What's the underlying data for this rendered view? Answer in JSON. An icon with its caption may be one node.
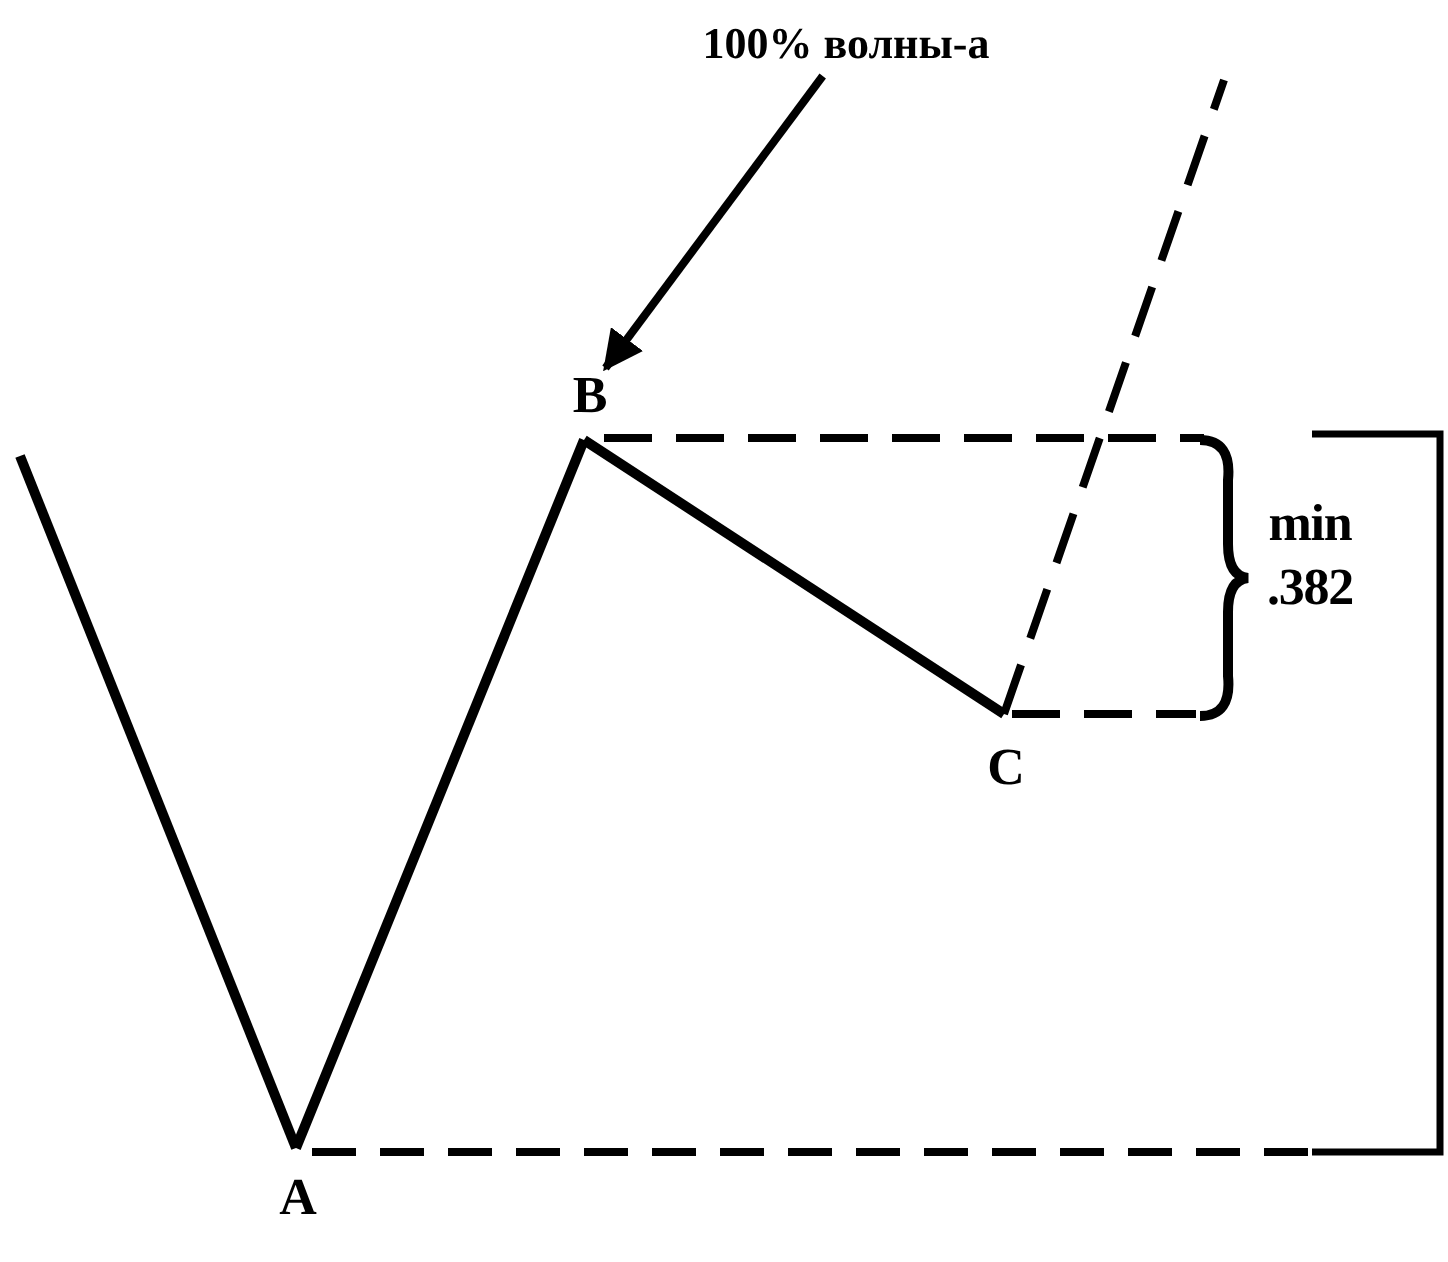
{
  "diagram": {
    "nodes": [
      {
        "text": [
          "100% волны-а"
        ]
      },
      {
        "text": [
          "B"
        ]
      },
      {
        "text": [
          "C"
        ]
      },
      {
        "text": [
          "A"
        ]
      }
    ],
    "edges": [
      {
        "from": 0,
        "to": 1,
        "arrow": "to"
      },
      {
        "from": null,
        "to": 3,
        "arrow": "none"
      },
      {
        "from": 3,
        "to": 1,
        "arrow": "none"
      },
      {
        "from": 1,
        "to": 2,
        "arrow": "none"
      }
    ],
    "labels": [
      "min .382"
    ]
  }
}
